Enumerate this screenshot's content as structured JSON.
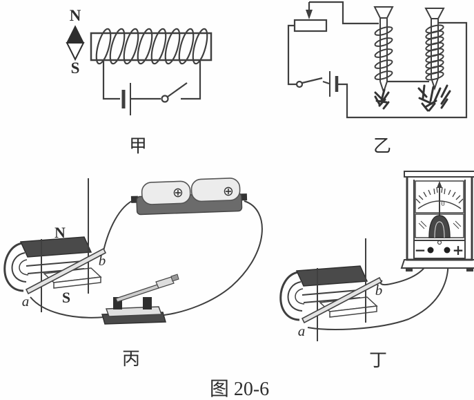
{
  "figure": {
    "caption": "图 20-6",
    "colors": {
      "ink": "#3f3f3f",
      "magnet_dark": "#4a4a4a",
      "metal_light": "#dcdcdc",
      "tray_gray": "#6b6b6b",
      "paper": "#fefefe"
    },
    "panel_jia": {
      "label": "甲",
      "compass_n": "N",
      "compass_s": "S"
    },
    "panel_yi": {
      "label": "乙"
    },
    "panel_bing": {
      "label": "丙",
      "magnet_n": "N",
      "magnet_s": "S",
      "rod_a": "a",
      "rod_b": "b",
      "cell_plus_1": "⊕",
      "cell_plus_2": "⊕"
    },
    "panel_ding": {
      "label": "丁",
      "rod_a": "a",
      "rod_b": "b",
      "galv_zero": "0",
      "galv_minus": "−",
      "galv_plus": "+"
    }
  }
}
